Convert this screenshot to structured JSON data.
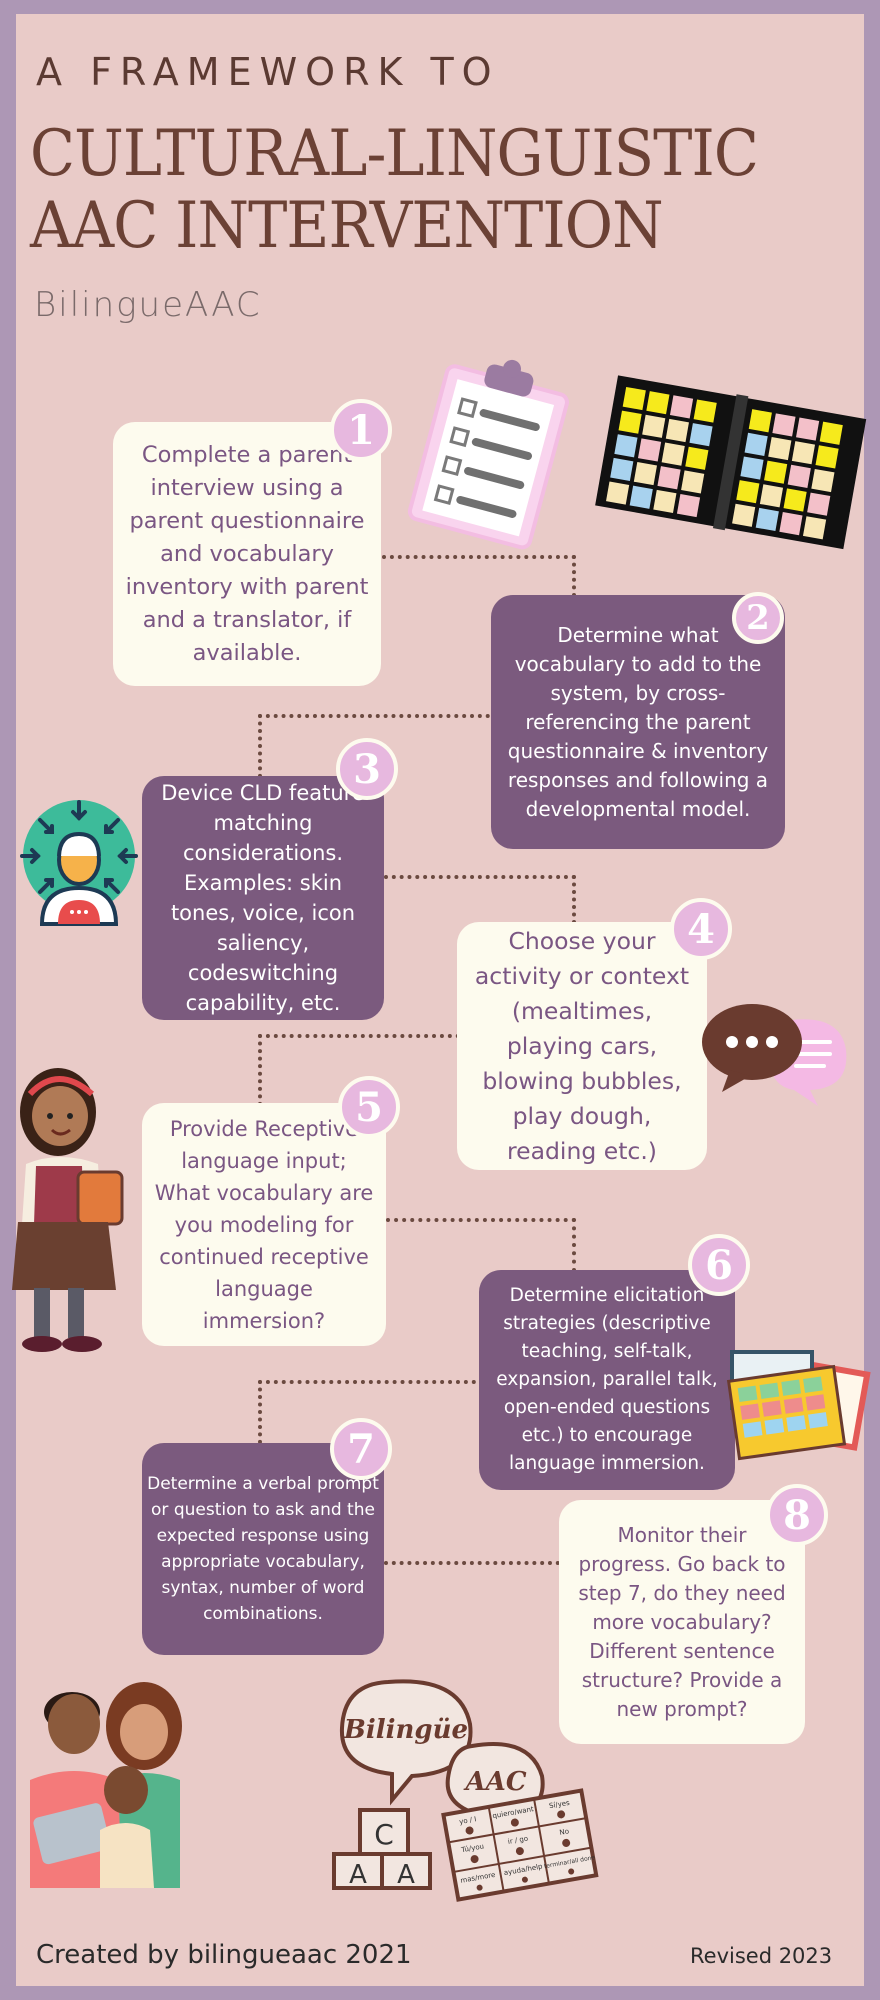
{
  "header": {
    "supertitle": "A FRAMEWORK TO",
    "title_line1": "CULTURAL-LINGUISTIC",
    "title_line2": "AAC INTERVENTION",
    "brand": "BilingueAAC"
  },
  "steps": [
    {
      "number": "1",
      "text": "Complete a parent interview using a parent questionnaire and vocabulary inventory with parent and a translator, if available."
    },
    {
      "number": "2",
      "text": "Determine what vocabulary to add to the system, by cross-referencing the parent questionnaire & inventory responses and following a developmental model."
    },
    {
      "number": "3",
      "text": "Device CLD feature matching considerations. Examples:  skin tones, voice,  icon saliency, codeswitching capability, etc."
    },
    {
      "number": "4",
      "text": "Choose your activity or context (mealtimes, playing cars, blowing bubbles, play dough, reading etc.)"
    },
    {
      "number": "5",
      "text": "Provide Receptive language input; What vocabulary are you modeling for continued receptive language immersion?"
    },
    {
      "number": "6",
      "text": "Determine elicitation strategies (descriptive teaching, self-talk, expansion, parallel talk, open-ended questions etc.) to encourage language immersion."
    },
    {
      "number": "7",
      "text": "Determine a verbal prompt or question to ask and the expected response using appropriate vocabulary, syntax, number of word combinations."
    },
    {
      "number": "8",
      "text": "Monitor their progress.  Go back to step 7, do they need more vocabulary? Different sentence structure? Provide a new prompt?"
    }
  ],
  "logo": {
    "bubble1": "Bilingüe",
    "bubble2": "AAC",
    "blocks": [
      "C",
      "A",
      "A"
    ],
    "board_words": [
      "yo / I",
      "quiero/want",
      "Sí/yes",
      "Tú/you",
      "ir / go",
      "No",
      "mas/more",
      "ayuda/help",
      "terminar/all done"
    ]
  },
  "footer": {
    "created": "Created by bilingueaac 2021",
    "revised": "Revised  2023"
  },
  "colors": {
    "border": "#ad97b5",
    "background": "#e9cbc8",
    "dark_box": "#7b5a7e",
    "light_box": "#fdfbee",
    "badge": "#e7b8df",
    "title": "#6b4135"
  }
}
